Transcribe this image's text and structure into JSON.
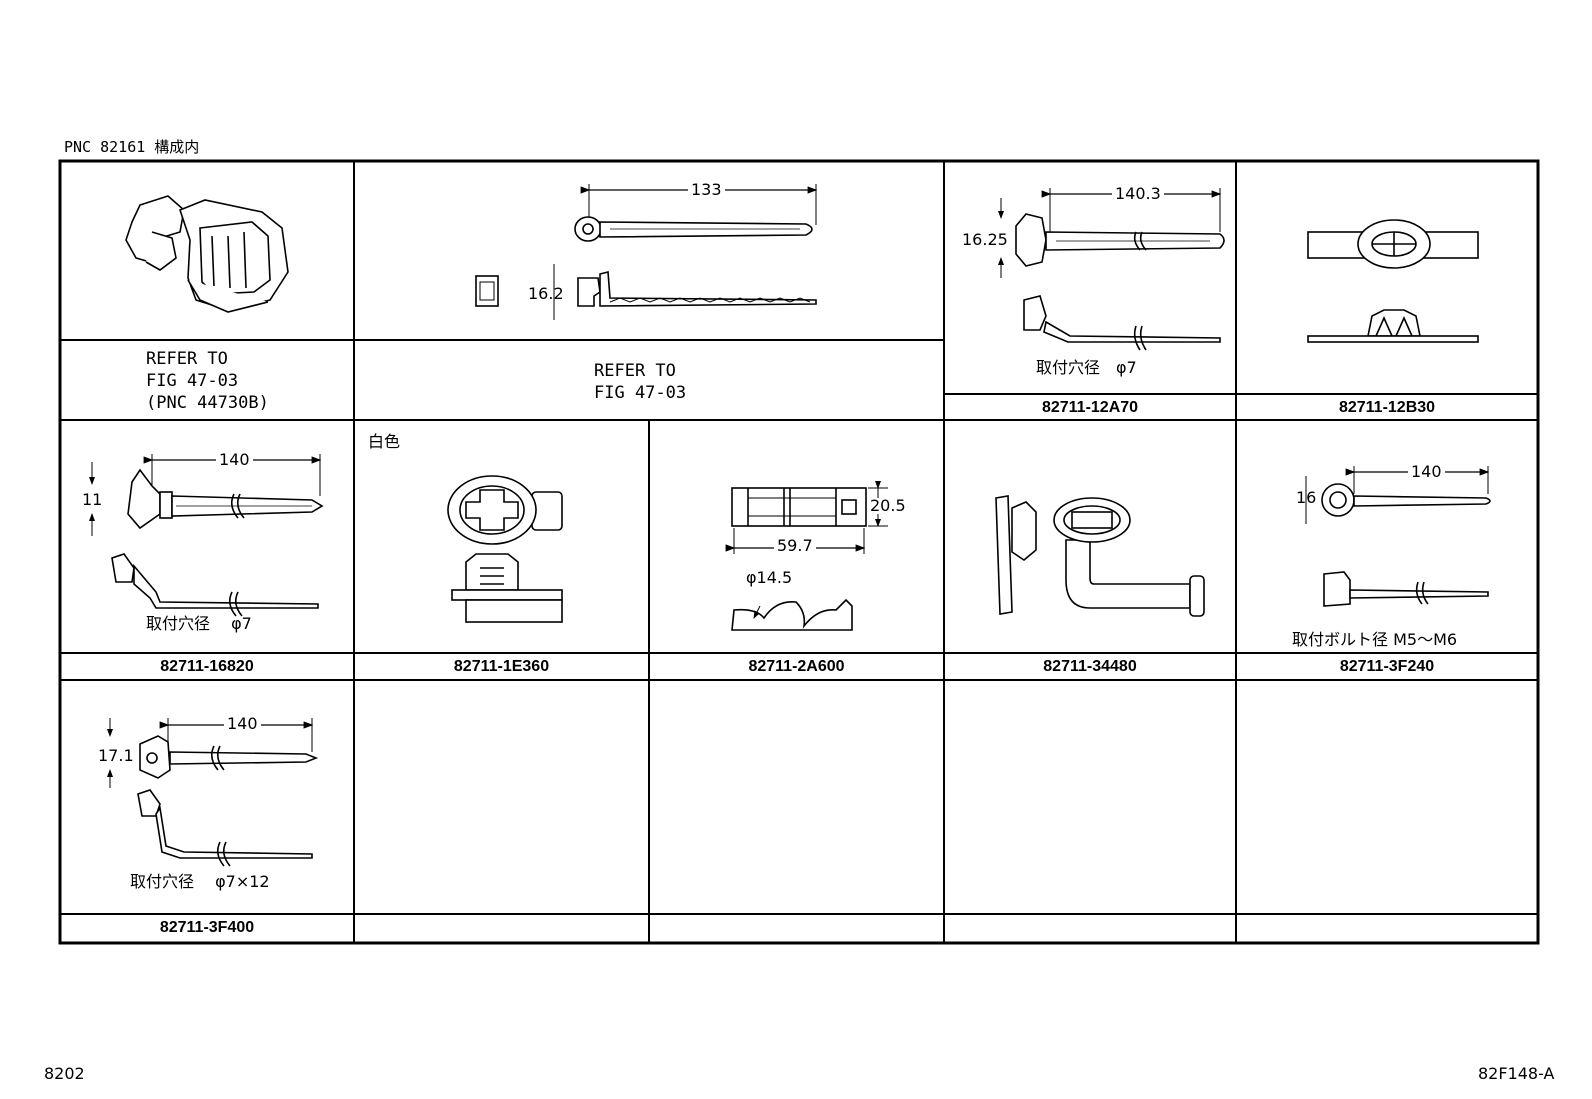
{
  "header_label": "PNC 82161 構成内",
  "footer_left": "8202",
  "footer_right": "82F148-A",
  "cells": {
    "r1c1": {
      "refer": "REFER TO\nFIG 47-03\n(PNC 44730B)"
    },
    "r1c2": {
      "refer": "REFER TO\nFIG 47-03",
      "dim_length": "133",
      "dim_height": "16.2"
    },
    "r1c4": {
      "part_no": "82711-12A70",
      "dim_length": "140.3",
      "dim_height": "16.25",
      "note": "取付穴径　φ7"
    },
    "r1c5": {
      "part_no": "82711-12B30"
    },
    "r2c1": {
      "part_no": "82711-16820",
      "dim_length": "140",
      "dim_height": "11",
      "note": "取付穴径　 φ7"
    },
    "r2c2": {
      "part_no": "82711-1E360",
      "note": "白色"
    },
    "r2c3": {
      "part_no": "82711-2A600",
      "dim_height": "20.5",
      "dim_length": "59.7",
      "dim_dia": "φ14.5"
    },
    "r2c4": {
      "part_no": "82711-34480"
    },
    "r2c5": {
      "part_no": "82711-3F240",
      "dim_length": "140",
      "dim_height": "16",
      "note": "取付ボルト径 M5～M6"
    },
    "r3c1": {
      "part_no": "82711-3F400",
      "dim_length": "140",
      "dim_height": "17.1",
      "note": "取付穴径　 φ7×12"
    }
  }
}
